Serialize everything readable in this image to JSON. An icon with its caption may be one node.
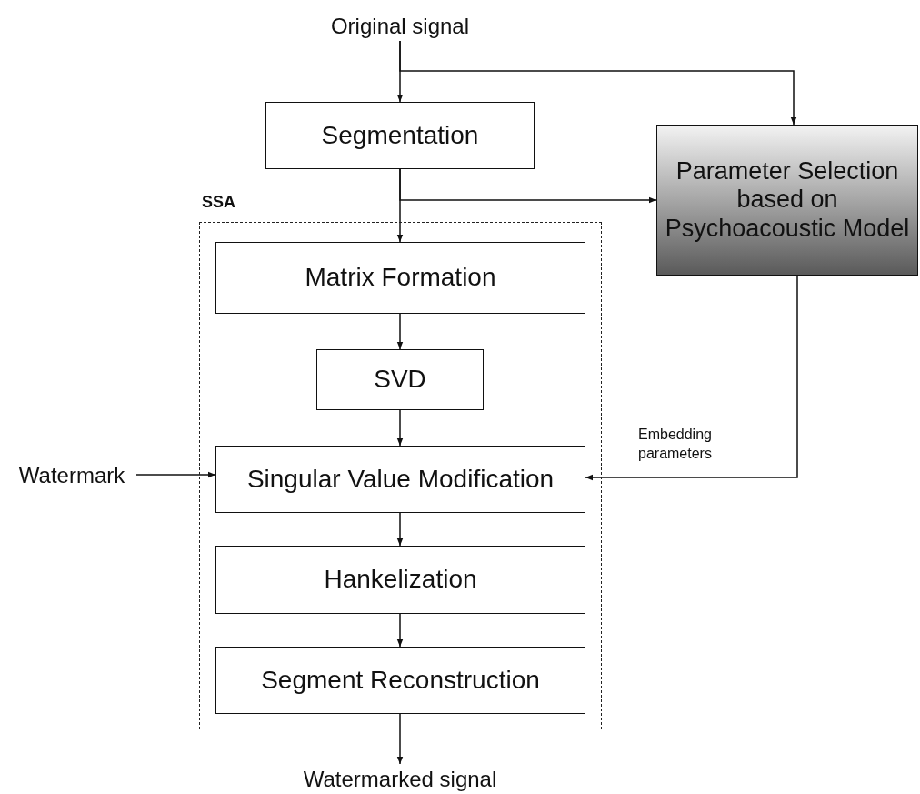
{
  "diagram": {
    "nodes": [
      {
        "text": [
          "Original signal"
        ]
      },
      {
        "text": [
          "Segmentation"
        ]
      },
      {
        "text": [
          "Parameter Selection based on Psychoacoustic Model"
        ]
      },
      {
        "text": [
          "SSA"
        ]
      },
      {
        "text": [
          "Matrix Formation"
        ],
        "in": 3
      },
      {
        "text": [
          "SVD"
        ],
        "in": 3
      },
      {
        "text": [
          "Singular Value Modification"
        ],
        "in": 3
      },
      {
        "text": [
          "Hankelization"
        ],
        "in": 3
      },
      {
        "text": [
          "Segment Reconstruction"
        ],
        "in": 3
      },
      {
        "text": [
          "Watermark"
        ]
      },
      {
        "text": [
          "Watermarked signal"
        ]
      }
    ],
    "edges": [
      {
        "from": 0,
        "to": 1,
        "arrow": "to"
      },
      {
        "from": 0,
        "to": 2,
        "arrow": "to"
      },
      {
        "from": 1,
        "to": 4,
        "arrow": "to"
      },
      {
        "from": 1,
        "to": 2,
        "arrow": "to"
      },
      {
        "from": 4,
        "to": 5,
        "arrow": "to"
      },
      {
        "from": 5,
        "to": 6,
        "arrow": "to"
      },
      {
        "from": 2,
        "to": 6,
        "arrow": "to",
        "label": "Embedding parameters"
      },
      {
        "from": 9,
        "to": 6,
        "arrow": "to"
      },
      {
        "from": 6,
        "to": 7,
        "arrow": "to"
      },
      {
        "from": 7,
        "to": 8,
        "arrow": "to"
      },
      {
        "from": 8,
        "to": 10,
        "arrow": "to"
      }
    ]
  }
}
